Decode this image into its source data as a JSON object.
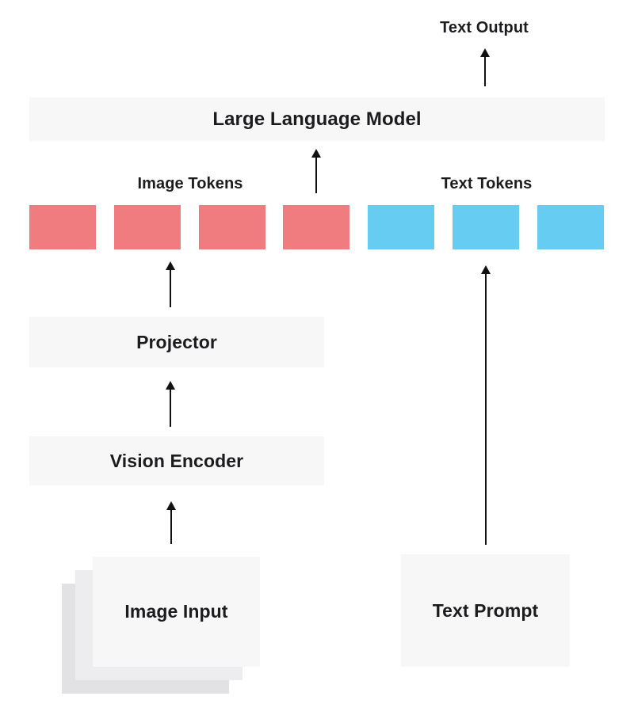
{
  "diagram": {
    "text_output_label": "Text Output",
    "llm_label": "Large Language Model",
    "image_tokens_label": "Image Tokens",
    "text_tokens_label": "Text Tokens",
    "projector_label": "Projector",
    "vision_encoder_label": "Vision Encoder",
    "image_input_label": "Image Input",
    "text_prompt_label": "Text Prompt",
    "tokens": {
      "image": {
        "count": 4,
        "color": "#F17C80"
      },
      "text": {
        "count": 3,
        "color": "#67CCF1"
      }
    },
    "colors": {
      "background": "#FFFFFF",
      "box_fill": "#F7F7F8",
      "stack_mid": "#EDEDEF",
      "stack_back": "#E2E2E4",
      "arrow": "#111111",
      "text": "#1C1C1E"
    }
  }
}
